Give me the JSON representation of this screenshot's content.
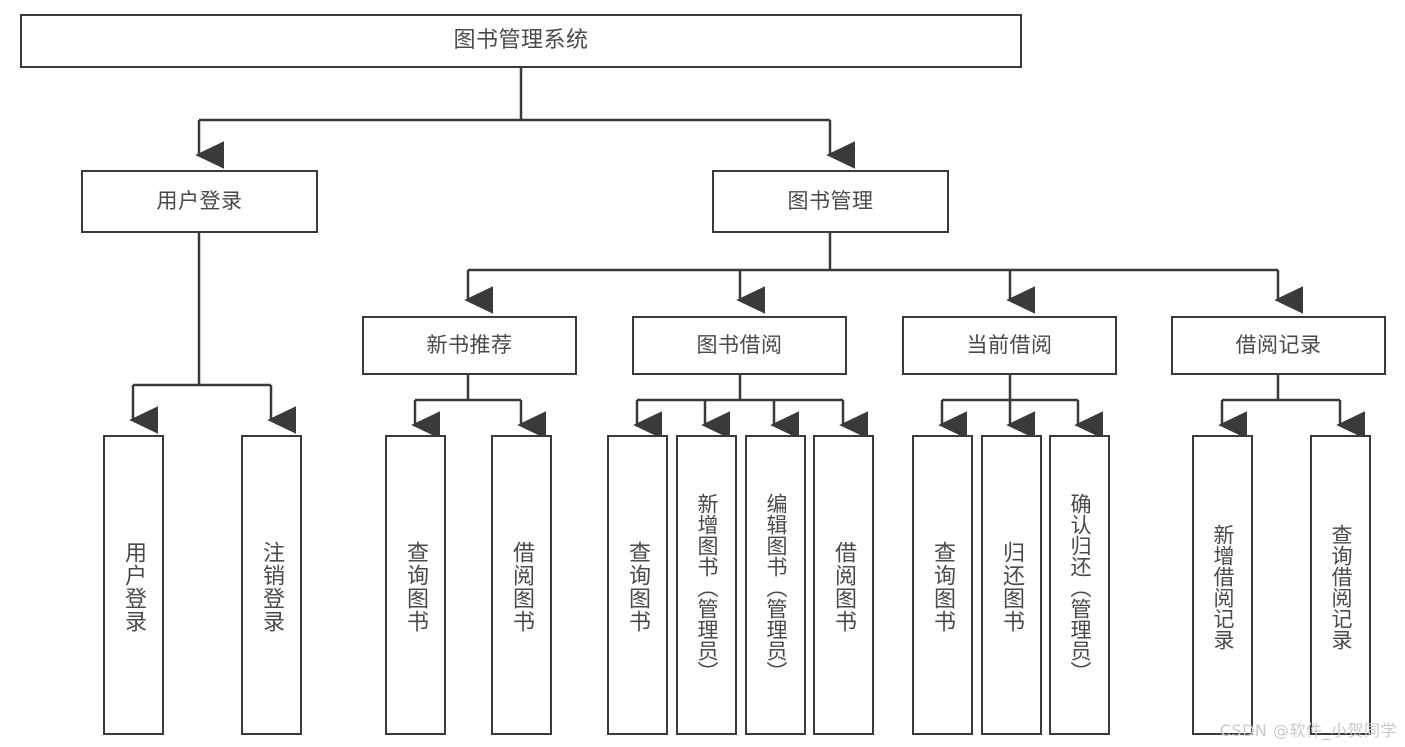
{
  "diagram": {
    "title": "图书管理系统",
    "watermark": "CSDN @软件_小贺同学",
    "colors": {
      "box_border": "#3a3a3a",
      "box_fill": "#ffffff",
      "text": "#4a4a4a",
      "line": "#3a3a3a",
      "watermark": "#c9c9c9",
      "background": "#ffffff"
    },
    "root": {
      "label": "图书管理系统"
    },
    "level1": [
      {
        "label": "用户登录"
      },
      {
        "label": "图书管理"
      }
    ],
    "level2": [
      {
        "label": "新书推荐"
      },
      {
        "label": "图书借阅"
      },
      {
        "label": "当前借阅"
      },
      {
        "label": "借阅记录"
      }
    ],
    "leaves": {
      "user_login": [
        {
          "label": "用户登录"
        },
        {
          "label": "注销登录"
        }
      ],
      "new_book": [
        {
          "label": "查询图书"
        },
        {
          "label": "借阅图书"
        }
      ],
      "book_borrow": [
        {
          "label": "查询图书"
        },
        {
          "label": "新增图书（管理员）"
        },
        {
          "label": "编辑图书（管理员）"
        },
        {
          "label": "借阅图书"
        }
      ],
      "current_borrow": [
        {
          "label": "查询图书"
        },
        {
          "label": "归还图书"
        },
        {
          "label": "确认归还（管理员）"
        }
      ],
      "borrow_record": [
        {
          "label": "新增借阅记录"
        },
        {
          "label": "查询借阅记录"
        }
      ]
    }
  }
}
